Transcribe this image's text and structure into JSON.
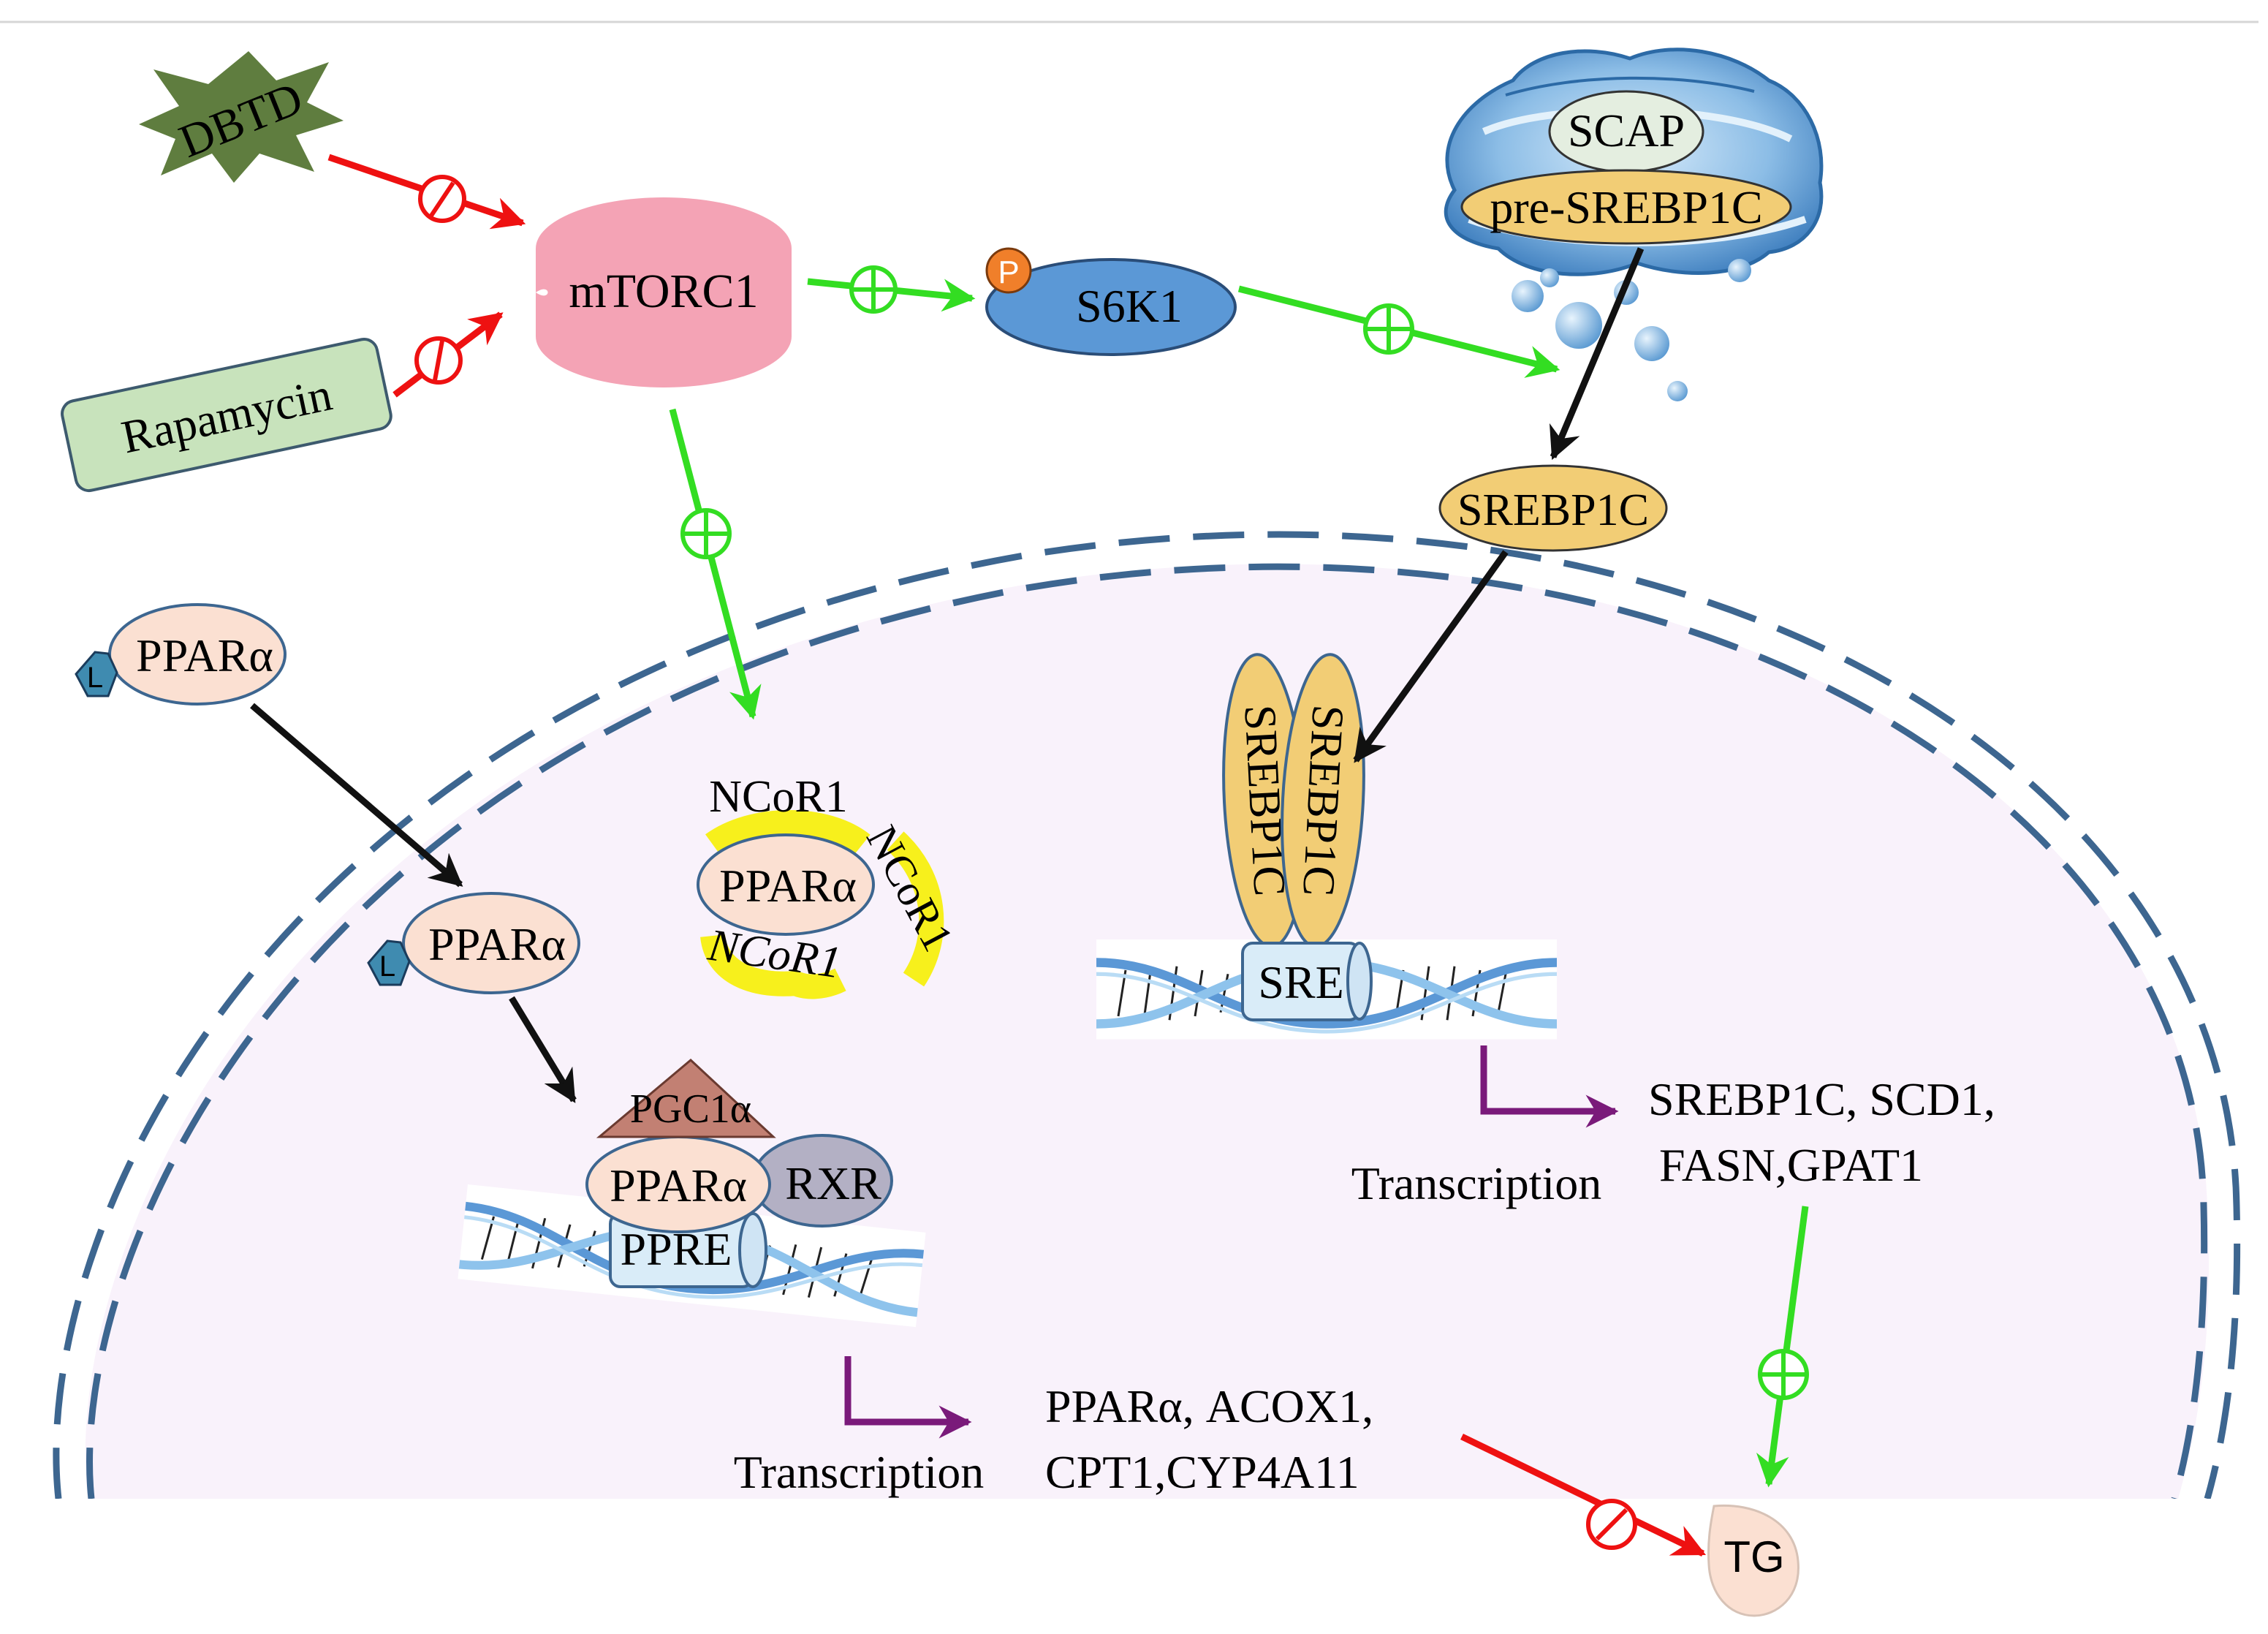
{
  "labels": {
    "dbtd": "DBTD",
    "rapamycin": "Rapamycin",
    "mtorc1": "mTORC1",
    "s6k1": "S6K1",
    "phospho": "P",
    "scap": "SCAP",
    "pre_srebp1c": "pre-SREBP1C",
    "srebp1c": "SREBP1C",
    "srebp1c_dimer_left": "SREBP1C",
    "srebp1c_dimer_right": "SREBP1C",
    "sre": "SRE",
    "ligand_1": "L",
    "ppara_1": "PPARα",
    "ligand_2": "L",
    "ppara_2": "PPARα",
    "ncor1_top": "NCoR1",
    "ncor1_right": "NCoR1",
    "ncor1_bottom": "NCoR1",
    "ppara_ncor": "PPARα",
    "pgc1a": "PGC1α",
    "ppara_ppre": "PPARα",
    "rxr": "RXR",
    "ppre": "PPRE",
    "transcription_left": "Transcription",
    "transcription_right": "Transcription",
    "genes_left_line1": "PPARα, ACOX1,",
    "genes_left_line2": "CPT1,CYP4A11",
    "genes_right_line1": "SREBP1C, SCD1,",
    "genes_right_line2": "FASN,GPAT1",
    "tg": "TG"
  },
  "colors": {
    "activation": "#33dd22",
    "inhibition": "#ee1111",
    "flow": "#111111",
    "transcription": "#7a1a7a",
    "membrane": "#3d6690",
    "nucleus_fill": "#f9f2fb",
    "mtorc1": "#f4a3b5",
    "s6k1": "#5b98d6",
    "phospho": "#f07f2a",
    "srebp": "#f2cd75",
    "ppara": "#fbe0d2",
    "ncor1_arc": "#f7f01c",
    "pgc1a": "#c28073",
    "rxr": "#b3b0c4",
    "dbtd": "#5f7d3f",
    "rapamycin": "#c8e3bc",
    "ligand": "#3f8bb0",
    "tg": "#fbe0d2"
  }
}
